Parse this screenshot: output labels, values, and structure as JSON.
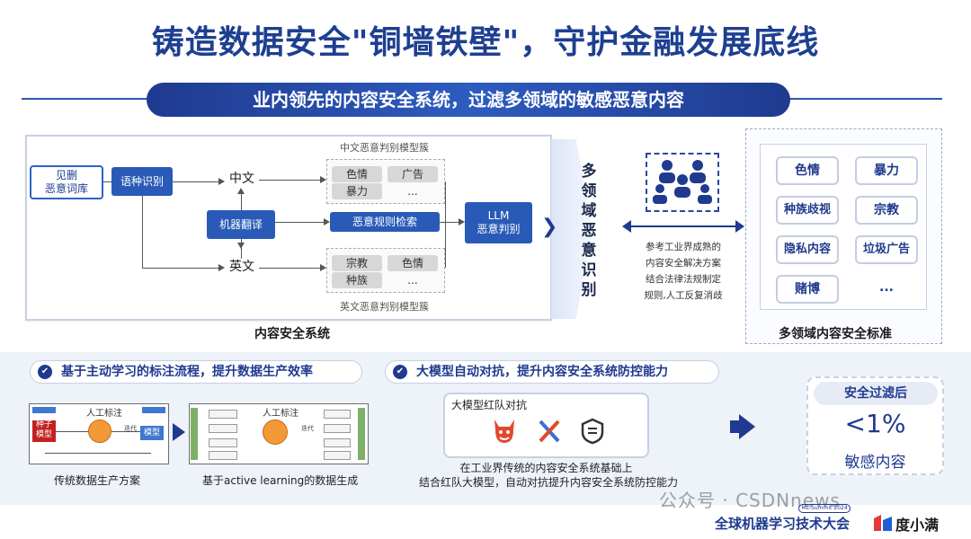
{
  "title": "铸造数据安全\"铜墙铁壁\"，守护金融发展底线",
  "subtitle": "业内领先的内容安全系统，过滤多领域的敏感恶意内容",
  "system": {
    "caption": "内容安全系统",
    "dict": "见删\n恶意词库",
    "lang_detect": "语种识别",
    "chinese": "中文",
    "english": "英文",
    "machine_translate": "机器翻译",
    "rule_search": "恶意规则检索",
    "llm": "LLM\n恶意判别",
    "cn_cluster_title": "中文恶意判别模型簇",
    "en_cluster_title": "英文恶意判别模型簇",
    "cn_categories": [
      "色情",
      "广告",
      "暴力",
      "..."
    ],
    "en_categories": [
      "宗教",
      "色情",
      "种族",
      "..."
    ],
    "vertical_label": "多\n领\n域\n恶\n意\n识\n别"
  },
  "reference": {
    "text": "参考工业界成熟的\n内容安全解决方案\n结合法律法规制定\n规则,人工反复消歧"
  },
  "standards": {
    "caption": "多领域内容安全标准",
    "tags": [
      "色情",
      "暴力",
      "种族歧视",
      "宗教",
      "隐私内容",
      "垃圾广告",
      "赌博",
      "..."
    ]
  },
  "active_learning": {
    "pill": "基于主动学习的标注流程，提升数据生产效率",
    "trad_caption": "传统数据生产方案",
    "al_caption": "基于active learning的数据生成",
    "manual_label": "人工标注",
    "seed_model": "种子\n模型",
    "model": "模型",
    "iterate": "迭代"
  },
  "adversarial": {
    "pill": "大模型自动对抗，提升内容安全系统防控能力",
    "box_title": "大模型红队对抗",
    "desc_line1": "在工业界传统的内容安全系统基础上",
    "desc_line2": "结合红队大模型，自动对抗提升内容安全系统防控能力"
  },
  "result": {
    "top": "安全过滤后",
    "value": "<1%",
    "bottom": "敏感内容"
  },
  "footer": {
    "watermark": "公众号 · CSDNnews",
    "conference": "全球机器学习技术大会",
    "conference_badge": "ML-Summit 2024",
    "brand": "度小满"
  },
  "colors": {
    "primary": "#1f3a8f",
    "accent": "#2a5ab8",
    "bg_light": "#eef2f9"
  }
}
